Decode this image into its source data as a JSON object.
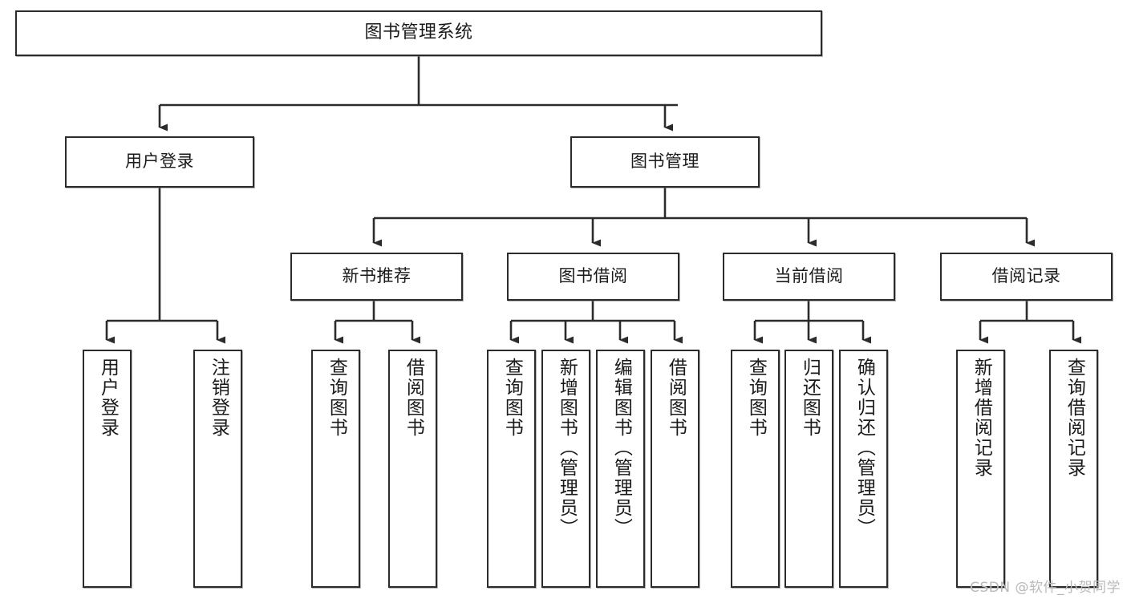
{
  "diagram": {
    "title": "图书管理系统",
    "type": "tree-hierarchy",
    "watermark": "CSDN @软件_小贺同学",
    "colors": {
      "node_border": "#2b2b2b",
      "node_fill": "#ffffff",
      "edge": "#2b2b2b",
      "text": "#1a1a1a",
      "watermark": "#b9b9b9",
      "background": "#ffffff"
    },
    "levels": {
      "root": {
        "label": "图书管理系统"
      },
      "level2": [
        {
          "id": "user-login",
          "label": "用户登录"
        },
        {
          "id": "book-manage",
          "label": "图书管理"
        }
      ],
      "level3": [
        {
          "id": "new-book-recommend",
          "label": "新书推荐",
          "parent": "book-manage"
        },
        {
          "id": "book-borrow",
          "label": "图书借阅",
          "parent": "book-manage"
        },
        {
          "id": "current-borrow",
          "label": "当前借阅",
          "parent": "book-manage"
        },
        {
          "id": "borrow-record",
          "label": "借阅记录",
          "parent": "book-manage"
        }
      ],
      "leaves": [
        {
          "id": "leaf-user-login",
          "label": "用户登录",
          "parent": "user-login"
        },
        {
          "id": "leaf-user-logout",
          "label": "注销登录",
          "parent": "user-login"
        },
        {
          "id": "leaf-query-book-1",
          "label": "查询图书",
          "parent": "new-book-recommend"
        },
        {
          "id": "leaf-borrow-book-1",
          "label": "借阅图书",
          "parent": "new-book-recommend"
        },
        {
          "id": "leaf-query-book-2",
          "label": "查询图书",
          "parent": "book-borrow"
        },
        {
          "id": "leaf-add-book",
          "label": "新增图书（管理员）",
          "parent": "book-borrow"
        },
        {
          "id": "leaf-edit-book",
          "label": "编辑图书（管理员）",
          "parent": "book-borrow"
        },
        {
          "id": "leaf-borrow-book-2",
          "label": "借阅图书",
          "parent": "book-borrow"
        },
        {
          "id": "leaf-query-book-3",
          "label": "查询图书",
          "parent": "current-borrow"
        },
        {
          "id": "leaf-return-book",
          "label": "归还图书",
          "parent": "current-borrow"
        },
        {
          "id": "leaf-confirm-return",
          "label": "确认归还（管理员）",
          "parent": "current-borrow"
        },
        {
          "id": "leaf-add-record",
          "label": "新增借阅记录",
          "parent": "borrow-record"
        },
        {
          "id": "leaf-query-record",
          "label": "查询借阅记录",
          "parent": "borrow-record"
        }
      ]
    }
  }
}
